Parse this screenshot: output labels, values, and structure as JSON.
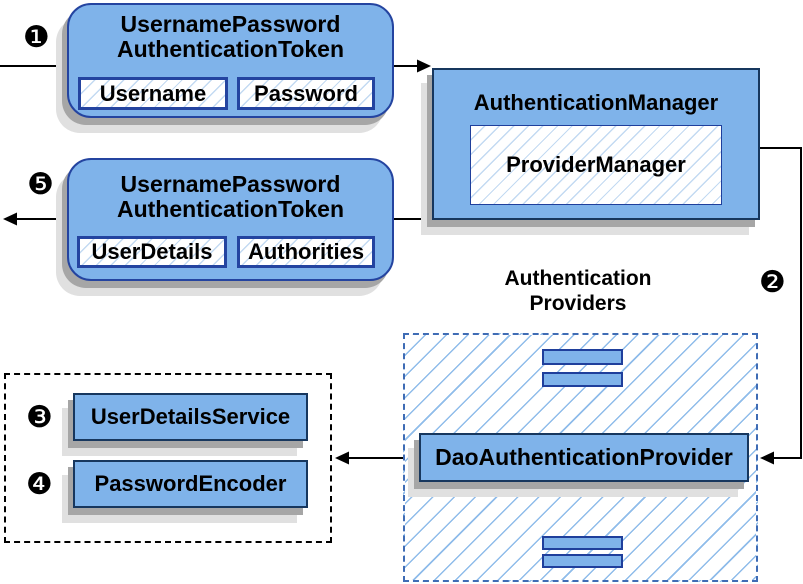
{
  "diagram": {
    "badges": {
      "step1": "❶",
      "step2": "❷",
      "step3": "❸",
      "step4": "❹",
      "step5": "❺"
    },
    "token_request": {
      "title_line1": "UsernamePassword",
      "title_line2": "AuthenticationToken",
      "field1": "Username",
      "field2": "Password"
    },
    "token_response": {
      "title_line1": "UsernamePassword",
      "title_line2": "AuthenticationToken",
      "field1": "UserDetails",
      "field2": "Authorities"
    },
    "authentication_manager": {
      "title": "AuthenticationManager",
      "inner": "ProviderManager"
    },
    "providers_group": {
      "label_line1": "Authentication",
      "label_line2": "Providers",
      "dao_provider": "DaoAuthenticationProvider"
    },
    "services_group": {
      "service1": "UserDetailsService",
      "service2": "PasswordEncoder"
    },
    "colors": {
      "box_fill_blue": "#7fb3ea",
      "border_royal_blue": "#2444a0",
      "border_navy": "#17375e",
      "hatch_line_blue": "#8fbcea",
      "dashed_border_blue": "#3f6cb5",
      "dashed_border_black": "#000000",
      "shadow_dark": "#a6a6a6",
      "shadow_light": "#e0e0e0",
      "arrow_black": "#000000"
    }
  }
}
